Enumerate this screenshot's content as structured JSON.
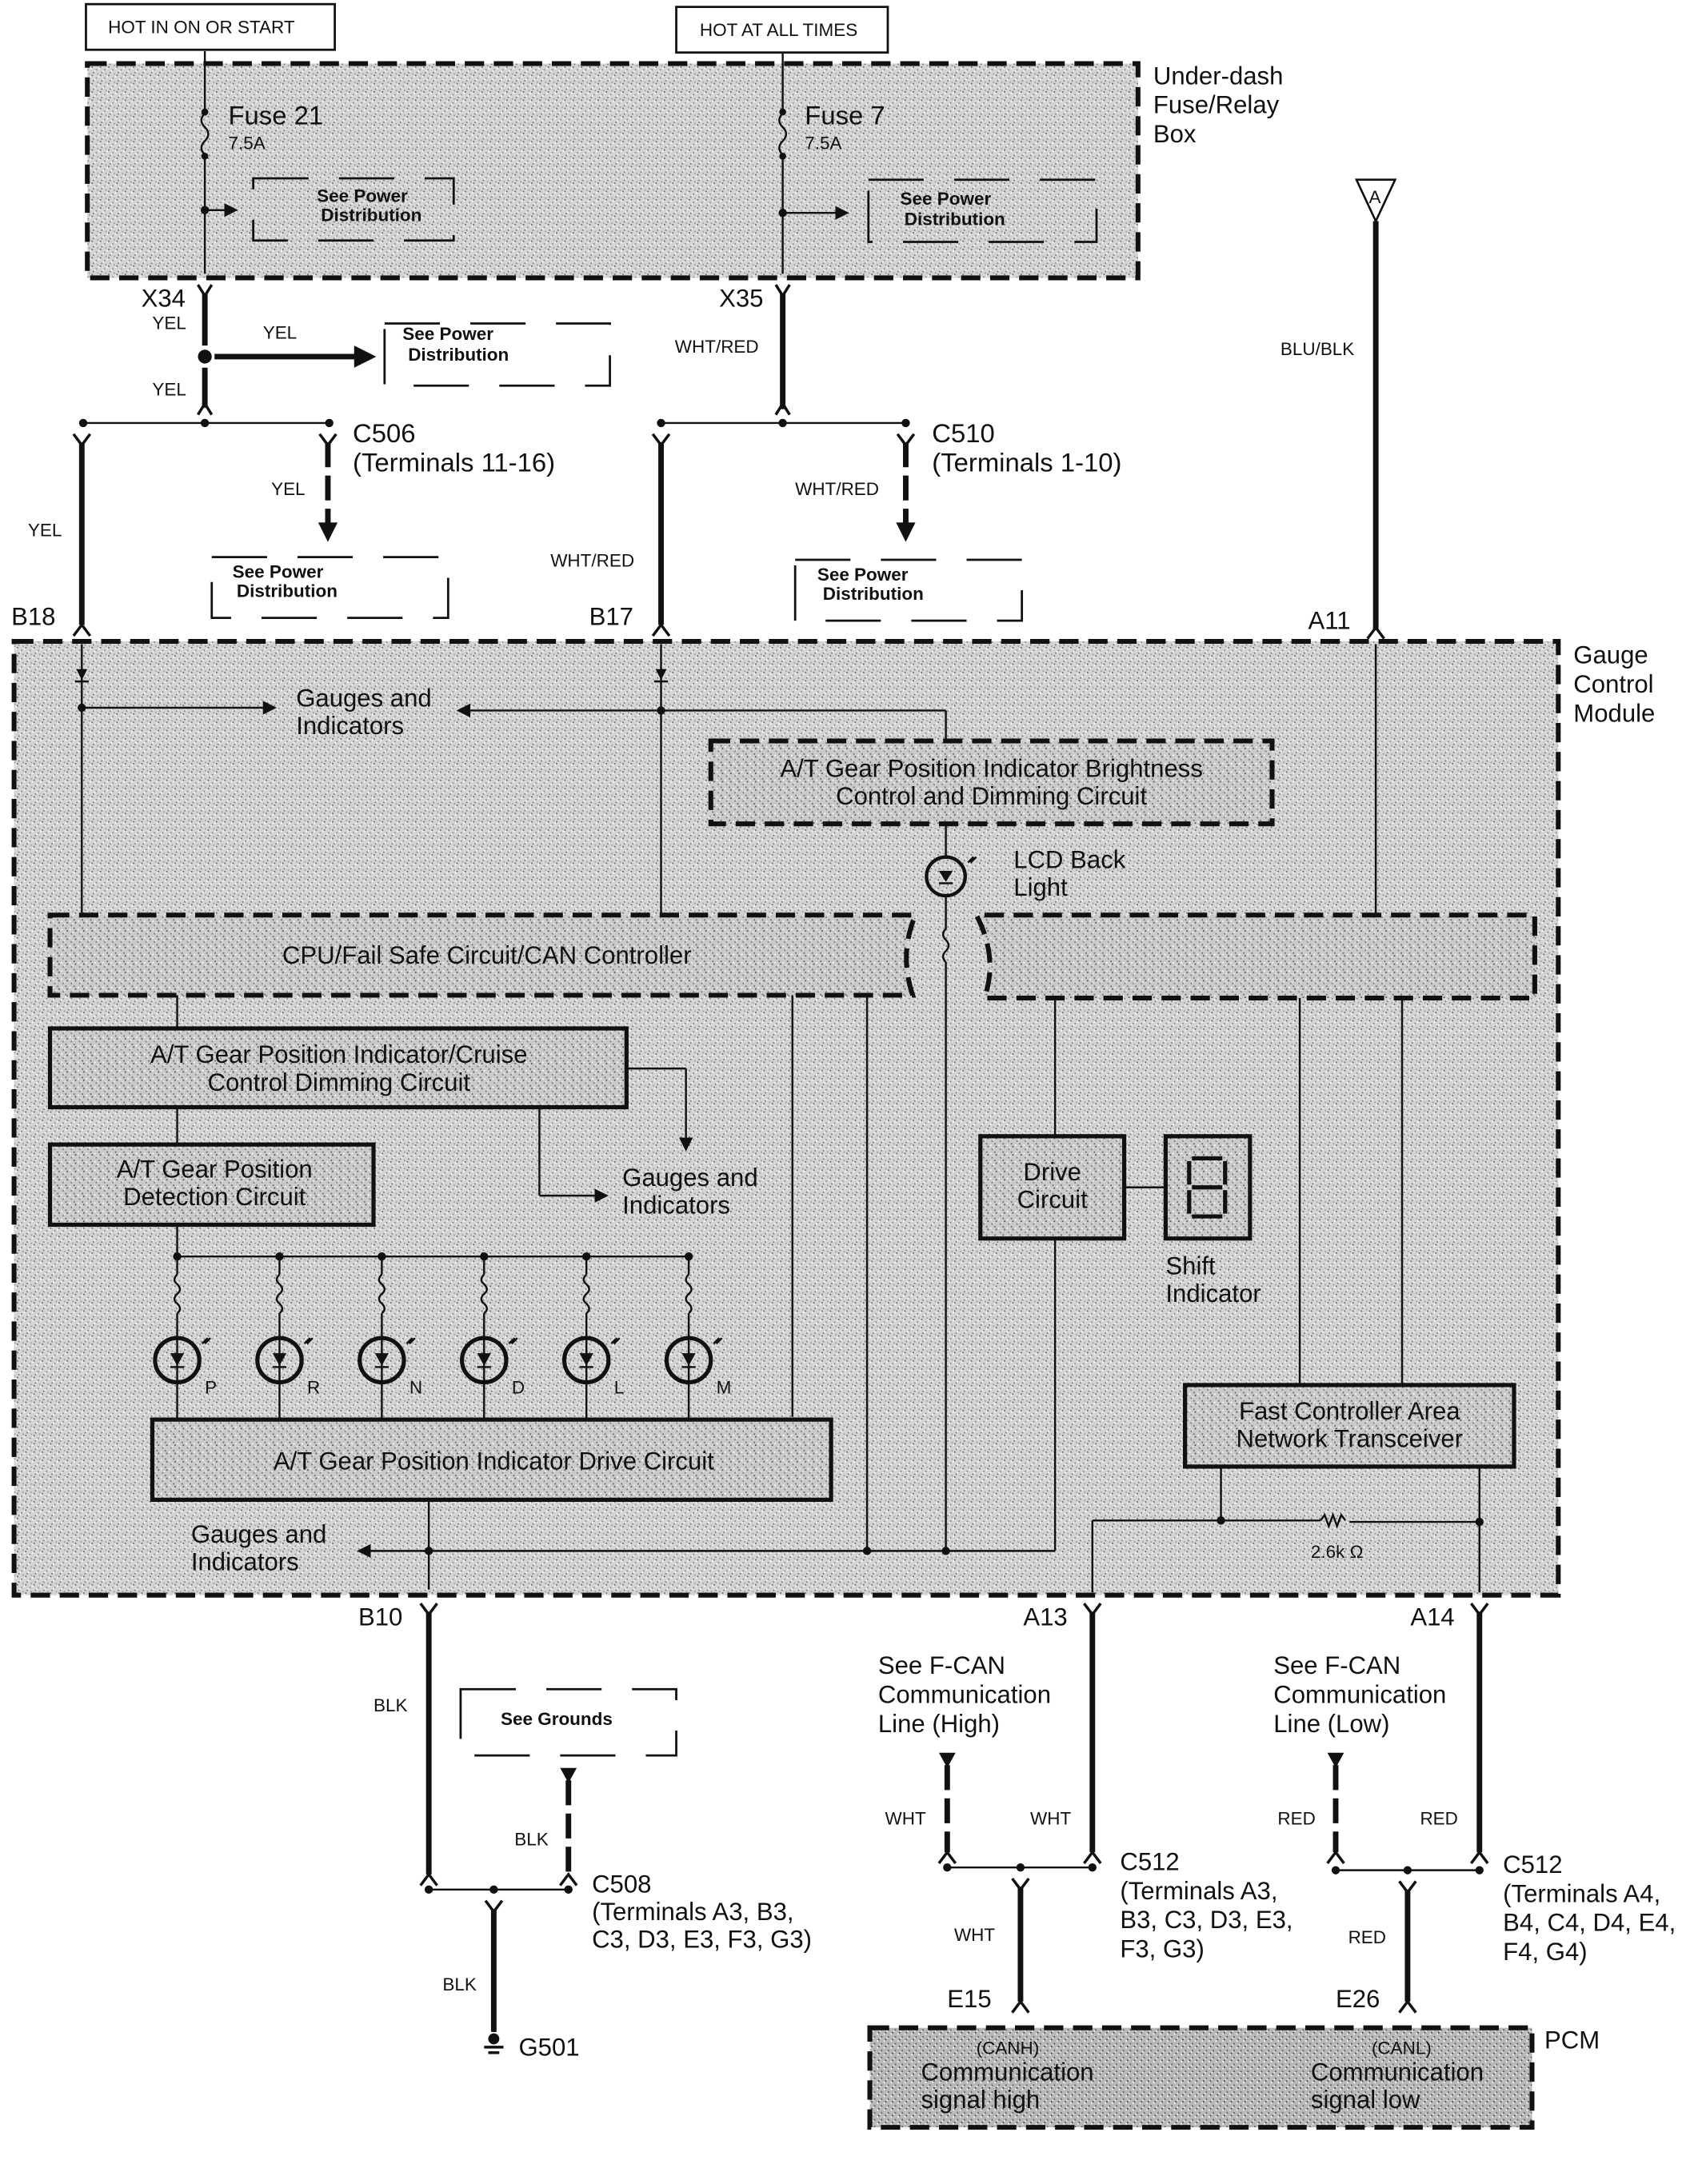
{
  "power_sources": {
    "hot_in_on_start": "HOT IN ON OR START",
    "hot_at_all_times": "HOT AT ALL TIMES"
  },
  "fuse_box": {
    "name_line1": "Under-dash",
    "name_line2": "Fuse/Relay",
    "name_line3": "Box",
    "fuse_a_name": "Fuse 21",
    "fuse_a_rating": "7.5A",
    "fuse_b_name": "Fuse 7",
    "fuse_b_rating": "7.5A"
  },
  "references": {
    "see_power_line1": "See Power",
    "see_power_line2": "Distribution",
    "see_grounds": "See Grounds",
    "fcan_high_line1": "See F-CAN",
    "fcan_high_line2": "Communication",
    "fcan_high_line3": "Line (High)",
    "fcan_low_line1": "See F-CAN",
    "fcan_low_line2": "Communication",
    "fcan_low_line3": "Line (Low)"
  },
  "connectors": {
    "x34": "X34",
    "x35": "X35",
    "c506": "C506",
    "c506_terms": "(Terminals 11-16)",
    "c510": "C510",
    "c510_terms": "(Terminals 1-10)",
    "b18": "B18",
    "b17": "B17",
    "a11": "A11",
    "b10": "B10",
    "a13": "A13",
    "a14": "A14",
    "c508": "C508",
    "c508_terms_1": "(Terminals A3, B3,",
    "c508_terms_2": "C3, D3, E3, F3, G3)",
    "c512": "C512",
    "c512_high_terms_1": "(Terminals A3,",
    "c512_high_terms_2": "B3, C3, D3, E3,",
    "c512_high_terms_3": "F3, G3)",
    "c512_low_terms_1": "(Terminals A4,",
    "c512_low_terms_2": "B4, C4, D4, E4,",
    "c512_low_terms_3": "F4, G4)",
    "e15": "E15",
    "e26": "E26",
    "g501": "G501",
    "a_marker": "A"
  },
  "wire_colors": {
    "yel": "YEL",
    "wht_red": "WHT/RED",
    "blu_blk": "BLU/BLK",
    "blk": "BLK",
    "wht": "WHT",
    "red": "RED"
  },
  "gauge_module": {
    "name_line1": "Gauge",
    "name_line2": "Control",
    "name_line3": "Module",
    "gauges_line1": "Gauges and",
    "gauges_line2": "Indicators",
    "brightness_line1": "A/T Gear Position Indicator Brightness",
    "brightness_line2": "Control and Dimming Circuit",
    "lcd_line1": "LCD Back",
    "lcd_line2": "Light",
    "cpu": "CPU/Fail Safe Circuit/CAN Controller",
    "cruise_line1": "A/T Gear Position Indicator/Cruise",
    "cruise_line2": "Control Dimming Circuit",
    "detect_line1": "A/T Gear Position",
    "detect_line2": "Detection Circuit",
    "drive_line1": "Drive",
    "drive_line2": "Circuit",
    "shift_line1": "Shift",
    "shift_line2": "Indicator",
    "gear_drive": "A/T Gear Position Indicator Drive Circuit",
    "fcan_line1": "Fast Controller Area",
    "fcan_line2": "Network Transceiver",
    "resistor": "2.6k Ω",
    "gears": [
      "P",
      "R",
      "N",
      "D",
      "L",
      "M"
    ]
  },
  "pcm": {
    "name": "PCM",
    "canh": "(CANH)",
    "canl": "(CANL)",
    "high_line1": "Communication",
    "high_line2": "signal high",
    "low_line1": "Communication",
    "low_line2": "signal low"
  }
}
